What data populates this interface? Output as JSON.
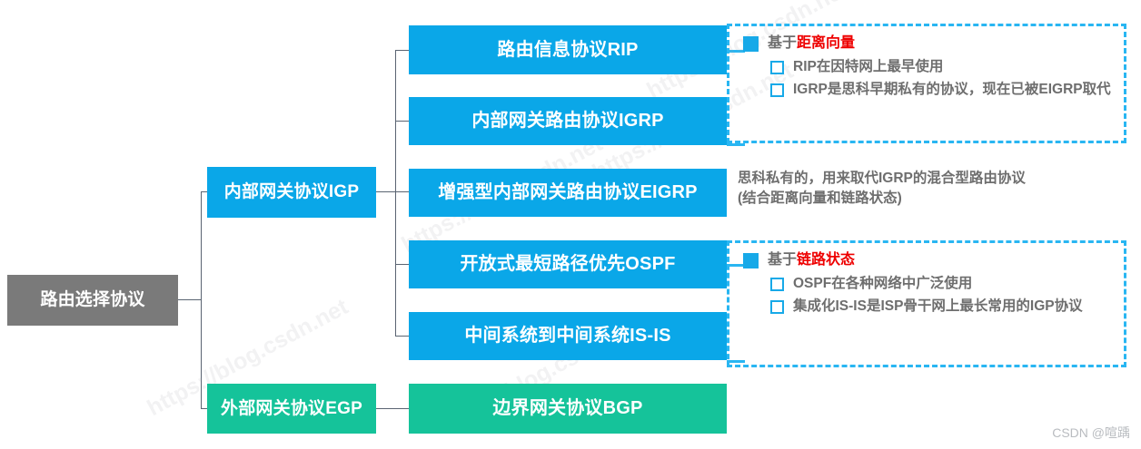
{
  "diagram": {
    "title": "路由选择协议",
    "root": {
      "label": "路由选择协议"
    },
    "categories": [
      {
        "label": "内部网关协议IGP"
      },
      {
        "label": "外部网关协议EGP"
      }
    ],
    "protocols": [
      {
        "label": "路由信息协议RIP"
      },
      {
        "label": "内部网关路由协议IGRP"
      },
      {
        "label": "增强型内部网关路由协议EIGRP"
      },
      {
        "label": "开放式最短路径优先OSPF"
      },
      {
        "label": "中间系统到中间系统IS-IS"
      },
      {
        "label": "边界网关协议BGP"
      }
    ],
    "annotations": {
      "distance_vector": {
        "head_prefix": "基于",
        "head_highlight": "距离向量",
        "bullets": [
          "RIP在因特网上最早使用",
          "IGRP是思科早期私有的协议，现在已被EIGRP取代"
        ]
      },
      "eigrp_note": {
        "line1": "思科私有的，用来取代IGRP的混合型路由协议",
        "line2": "(结合距离向量和链路状态)"
      },
      "link_state": {
        "head_prefix": "基于",
        "head_highlight": "链路状态",
        "bullets": [
          "OSPF在各种网络中广泛使用",
          "集成化IS-IS是ISP骨干网上最长常用的IGP协议"
        ]
      }
    },
    "watermarks": {
      "background": "https://blog.csdn.net",
      "corner": "CSDN @喧踽"
    },
    "colors": {
      "root": "#7a7a7a",
      "blue": "#0aa7e8",
      "green": "#15c39a",
      "dashed_border": "#29b6f2",
      "highlight": "#ee0000",
      "line": "#5a6472",
      "note_text": "#6e6e6e"
    }
  }
}
